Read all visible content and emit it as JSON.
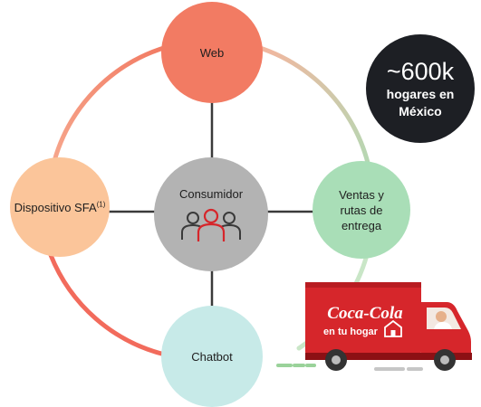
{
  "diagram": {
    "center": {
      "label": "Consumidor",
      "icon": "people-group-icon"
    },
    "channels": {
      "web": "Web",
      "dispositivo": "Dispositivo SFA",
      "dispositivo_note": "(1)",
      "ventas_line1": "Ventas y",
      "ventas_line2": "rutas de",
      "ventas_line3": "entrega",
      "chatbot": "Chatbot"
    },
    "stat": {
      "value": "~600k",
      "line1": "hogares en",
      "line2": "México"
    },
    "truck": {
      "brand": "Coca-Cola",
      "tagline": "en tu hogar",
      "icon": "delivery-truck-icon"
    }
  },
  "colors": {
    "web": "#f27b63",
    "dispositivo": "#fbc59a",
    "ventas": "#a9deb7",
    "chatbot": "#c7eae8",
    "consumidor": "#b3b3b3",
    "stat_bg": "#1d1f24",
    "truck_red": "#d6262b"
  }
}
